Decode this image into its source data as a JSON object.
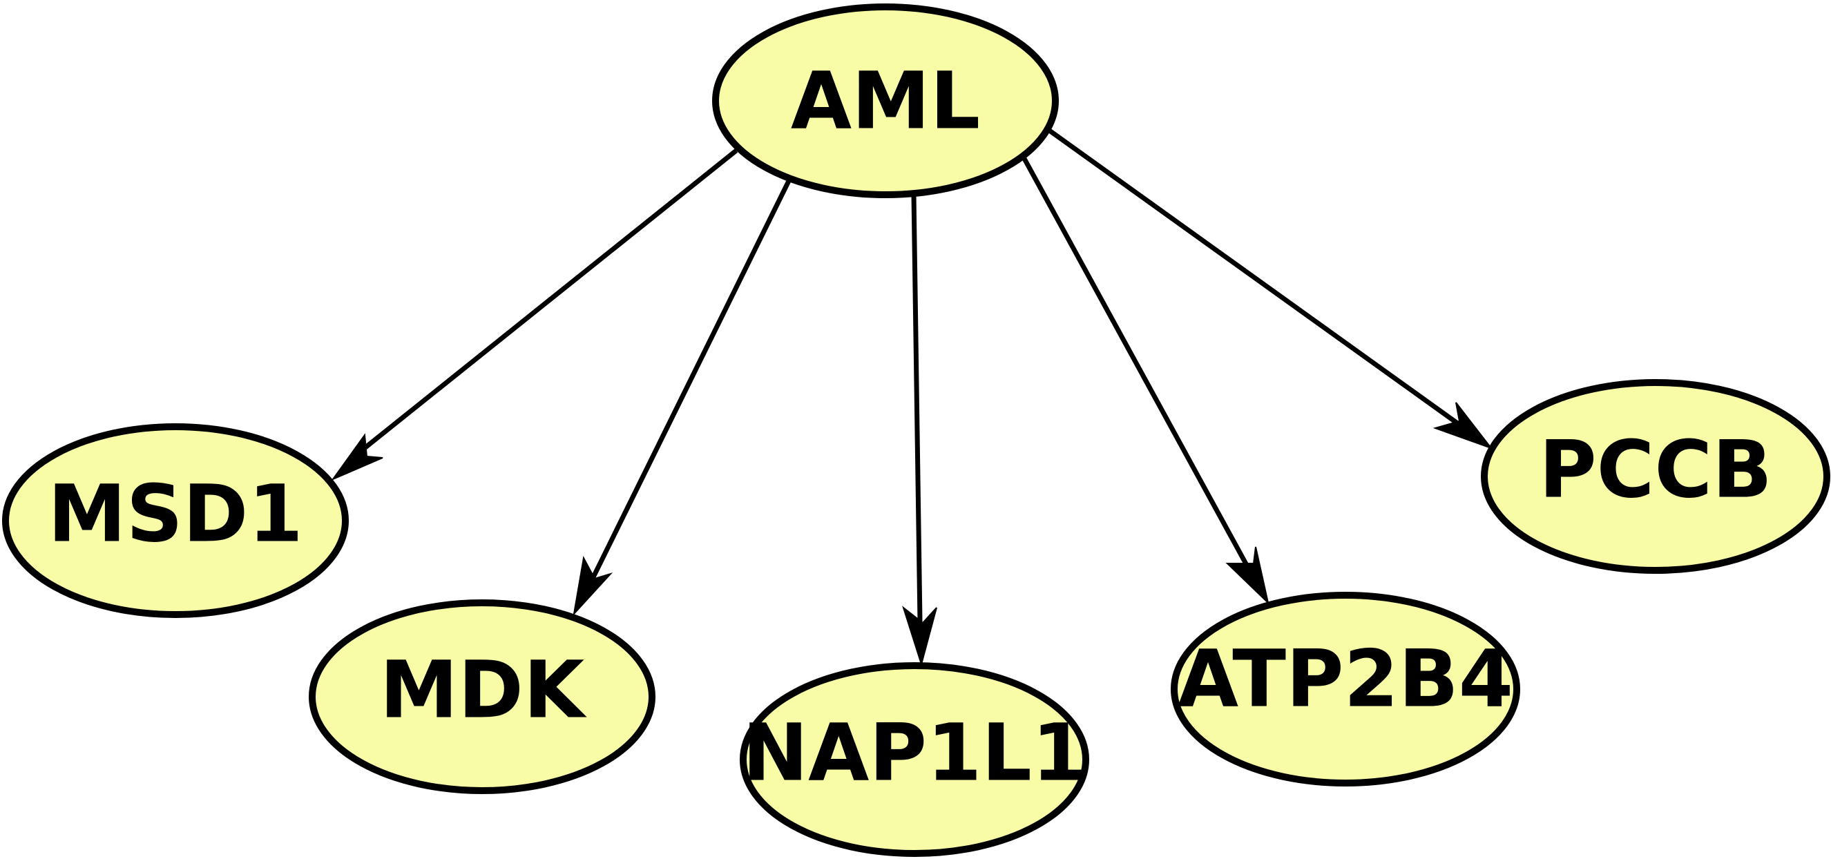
{
  "graph": {
    "node_fill": "#f8fca6",
    "stroke_color": "#000000",
    "nodes": [
      {
        "id": "aml",
        "label": "AML"
      },
      {
        "id": "msd1",
        "label": "MSD1"
      },
      {
        "id": "mdk",
        "label": "MDK"
      },
      {
        "id": "nap1l1",
        "label": "NAP1L1"
      },
      {
        "id": "atp2b4",
        "label": "ATP2B4"
      },
      {
        "id": "pccb",
        "label": "PCCB"
      }
    ],
    "edges": [
      {
        "from": "aml",
        "to": "msd1"
      },
      {
        "from": "aml",
        "to": "mdk"
      },
      {
        "from": "aml",
        "to": "nap1l1"
      },
      {
        "from": "aml",
        "to": "atp2b4"
      },
      {
        "from": "aml",
        "to": "pccb"
      }
    ]
  }
}
